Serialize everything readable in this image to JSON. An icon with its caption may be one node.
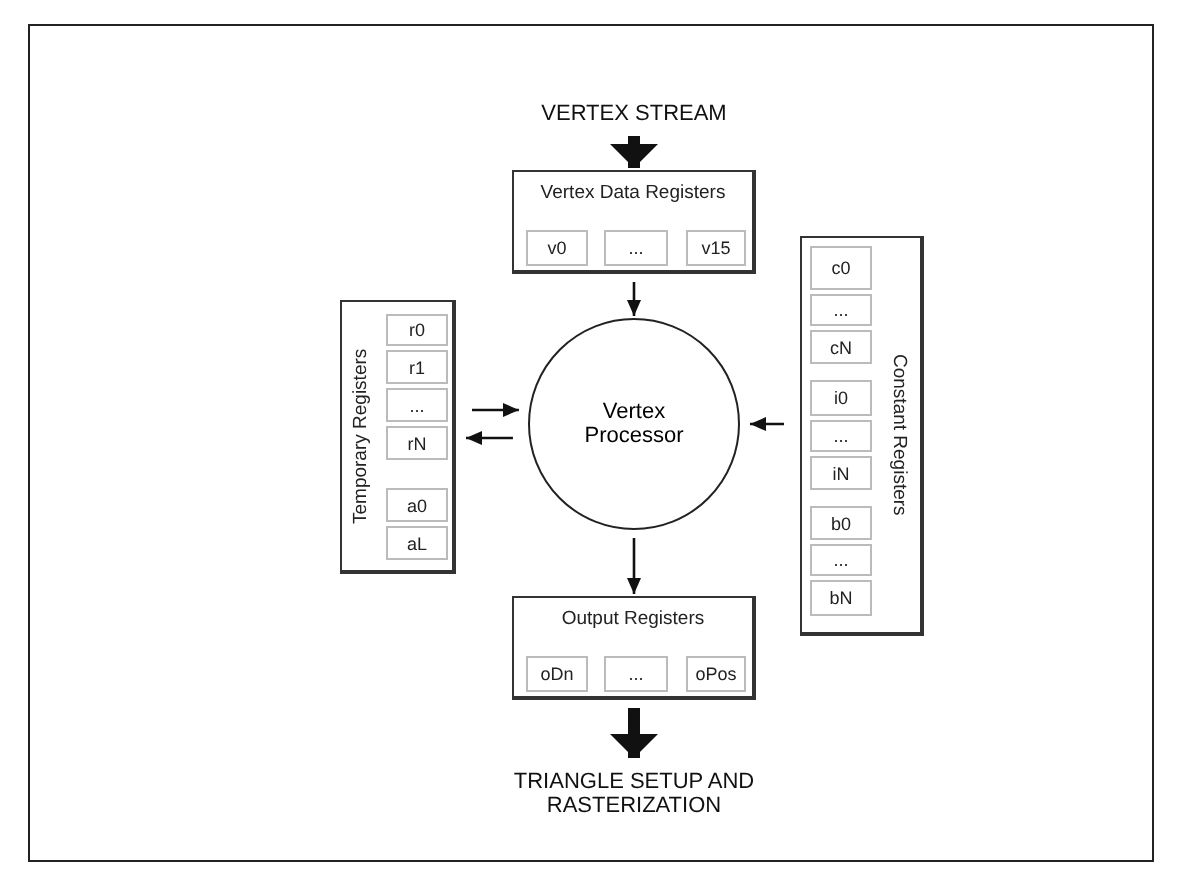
{
  "diagram": {
    "nodes": [
      {
        "text": [
          "VERTEX STREAM"
        ]
      },
      {
        "text": [
          "Vertex Data Registers"
        ]
      },
      {
        "text": [
          "v0"
        ],
        "in": 1
      },
      {
        "text": [
          "..."
        ],
        "in": 1
      },
      {
        "text": [
          "v15"
        ],
        "in": 1
      },
      {
        "text": [
          "Temporary Registers"
        ]
      },
      {
        "text": [
          "r0"
        ],
        "in": 5
      },
      {
        "text": [
          "r1"
        ],
        "in": 5
      },
      {
        "text": [
          "..."
        ],
        "in": 5
      },
      {
        "text": [
          "rN"
        ],
        "in": 5
      },
      {
        "text": [
          "a0"
        ],
        "in": 5
      },
      {
        "text": [
          "aL"
        ],
        "in": 5
      },
      {
        "text": [
          "Vertex Processor"
        ]
      },
      {
        "text": [
          "Constant Registers"
        ]
      },
      {
        "text": [
          "c0"
        ],
        "in": 13
      },
      {
        "text": [
          "..."
        ],
        "in": 13
      },
      {
        "text": [
          "cN"
        ],
        "in": 13
      },
      {
        "text": [
          "i0"
        ],
        "in": 13
      },
      {
        "text": [
          "..."
        ],
        "in": 13
      },
      {
        "text": [
          "iN"
        ],
        "in": 13
      },
      {
        "text": [
          "b0"
        ],
        "in": 13
      },
      {
        "text": [
          "..."
        ],
        "in": 13
      },
      {
        "text": [
          "bN"
        ],
        "in": 13
      },
      {
        "text": [
          "Output Registers"
        ]
      },
      {
        "text": [
          "oDn"
        ],
        "in": 23
      },
      {
        "text": [
          "..."
        ],
        "in": 23
      },
      {
        "text": [
          "oPos"
        ],
        "in": 23
      },
      {
        "text": [
          "TRIANGLE SETUP AND RASTERIZATION"
        ]
      }
    ],
    "edges": [
      {
        "from": 0,
        "to": 1,
        "arrow": "to",
        "style": "thick"
      },
      {
        "from": 1,
        "to": 12,
        "arrow": "to"
      },
      {
        "from": 5,
        "to": 12,
        "arrow": "to"
      },
      {
        "from": 12,
        "to": 5,
        "arrow": "to"
      },
      {
        "from": 13,
        "to": 12,
        "arrow": "to"
      },
      {
        "from": 12,
        "to": 23,
        "arrow": "to"
      },
      {
        "from": 23,
        "to": 27,
        "arrow": "to",
        "style": "thick"
      }
    ]
  }
}
